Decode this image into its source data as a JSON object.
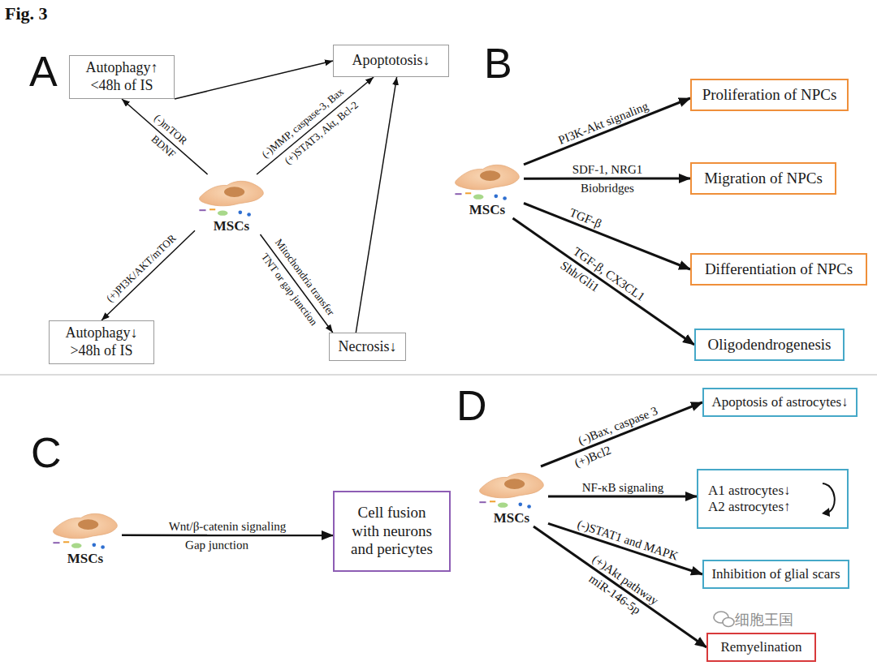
{
  "diagram": {
    "title": "Fig. 3",
    "nodes": [
      {
        "text": [
          "MSCs"
        ]
      },
      {
        "text": [
          "Autophagy↑ <48h of IS"
        ]
      },
      {
        "text": [
          "Apoptotosis↓"
        ]
      },
      {
        "text": [
          "Autophagy↓ >48h of IS"
        ]
      },
      {
        "text": [
          "Necrosis↓"
        ]
      },
      {
        "text": [
          "MSCs"
        ]
      },
      {
        "text": [
          "Proliferation of NPCs"
        ]
      },
      {
        "text": [
          "Migration of NPCs"
        ]
      },
      {
        "text": [
          "Differentiation of NPCs"
        ]
      },
      {
        "text": [
          "Oligodendrogenesis"
        ]
      },
      {
        "text": [
          "MSCs"
        ]
      },
      {
        "text": [
          "Cell fusion with neurons and pericytes"
        ]
      },
      {
        "text": [
          "MSCs"
        ]
      },
      {
        "text": [
          "Apoptosis of astrocytes↓"
        ]
      },
      {
        "text": [
          "A1 astrocytes↓ A2 astrocytes↑"
        ]
      },
      {
        "text": [
          "Inhibition of glial scars"
        ]
      },
      {
        "text": [
          "Remyelination"
        ]
      }
    ],
    "edges": [
      {
        "from": 0,
        "to": 1,
        "label": "(-)mTOR",
        "arrow": "to"
      },
      {
        "from": 1,
        "to": 2,
        "arrow": "to"
      },
      {
        "from": 0,
        "to": 2,
        "label": "(-)MMP, caspase-3, Bax",
        "arrow": "to"
      },
      {
        "from": 0,
        "to": 3,
        "label": "(+)PI3K/AKT/mTOR",
        "arrow": "to"
      },
      {
        "from": 0,
        "to": 4,
        "label": "Mitochondria transfer",
        "arrow": "to"
      },
      {
        "from": 4,
        "to": 2,
        "arrow": "to"
      },
      {
        "from": 5,
        "to": 6,
        "label": "PI3K-Akt signaling",
        "arrow": "to"
      },
      {
        "from": 5,
        "to": 7,
        "label": "SDF-1, NRG1",
        "arrow": "to"
      },
      {
        "from": 5,
        "to": 8,
        "label": "TGF-β",
        "arrow": "to"
      },
      {
        "from": 5,
        "to": 9,
        "label": "TGF-β, CX3CL1",
        "arrow": "to"
      },
      {
        "from": 10,
        "to": 11,
        "label": "Wnt/β-catenin signaling",
        "arrow": "to"
      },
      {
        "from": 12,
        "to": 13,
        "label": "(-)Bax, caspase 3",
        "arrow": "to"
      },
      {
        "from": 12,
        "to": 14,
        "label": "NF-κB signaling",
        "arrow": "to"
      },
      {
        "from": 12,
        "to": 15,
        "label": "(-)STAT1 and MAPK",
        "arrow": "to"
      },
      {
        "from": 12,
        "to": 16,
        "label": "(+)Akt pathway",
        "arrow": "to"
      }
    ],
    "labels": [
      "A",
      "BDNF",
      "(+)STAT3, Akt, Bcl-2",
      "TNT or gap junction",
      "B",
      "Biobridges",
      "Shh/Gli1",
      "C",
      "Gap junction",
      "D",
      "(+)Bcl2",
      "miR-146-5p",
      "细胞王国"
    ]
  }
}
